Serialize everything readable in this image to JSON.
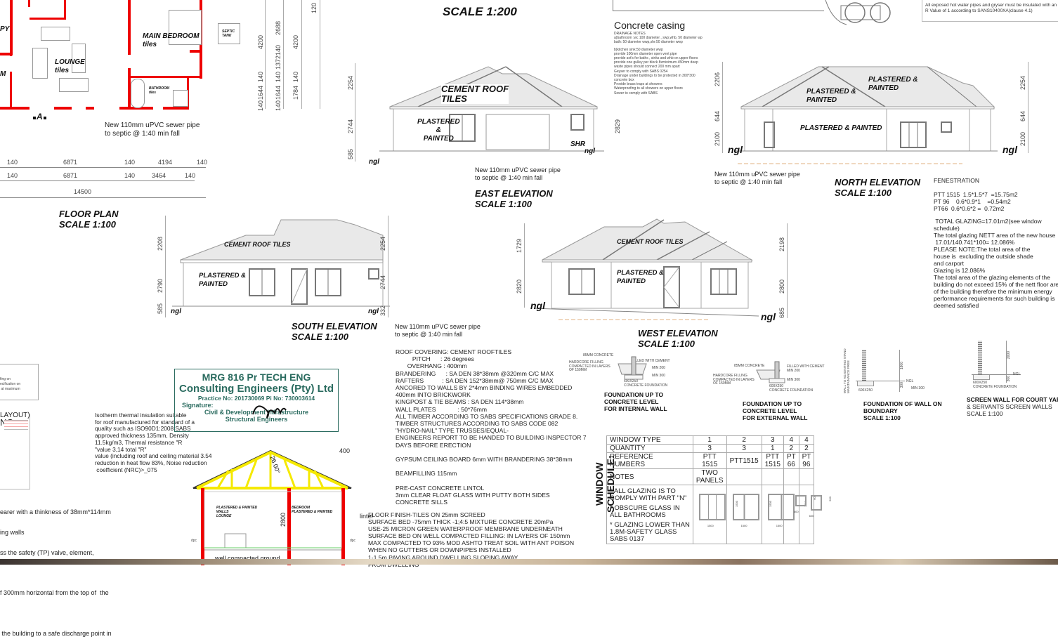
{
  "floor_plan": {
    "rooms": [
      {
        "name": "MAIN BEDROOM",
        "finish": "tiles"
      },
      {
        "name": "LOUNGE",
        "finish": "tiles"
      },
      {
        "name": "BATHROOM",
        "finish": "tiles"
      }
    ],
    "partial_labels": [
      "PY",
      "M"
    ],
    "septic_tank": "SEPTIC\nTANK",
    "section_marker": "A",
    "sewer_note": "New 110mm uPVC sewer pipe\nto septic @ 1:40 min fall",
    "dims_row1": [
      "140",
      "6871",
      "140",
      "4194",
      "140"
    ],
    "dims_row2": [
      "140",
      "6871",
      "140",
      "3464",
      "140"
    ],
    "dims_total": "14500",
    "title": "FLOOR PLAN",
    "scale": "SCALE 1:100"
  },
  "vertical_dims": {
    "col1": [
      "4200",
      "140",
      "1644",
      "140"
    ],
    "col2": [
      "2688",
      "140",
      "1372",
      "140",
      "1644",
      "140"
    ],
    "col3": [
      "4200",
      "140",
      "1784"
    ],
    "col4": [
      "120"
    ]
  },
  "site_scale": "SCALE 1:200",
  "concrete_casing": {
    "title": "Concrete casing",
    "notes": [
      "DRAINAGE NOTES",
      "a)bathroom :wc 100 diameter , swp,whb, 50 diameter wp",
      "bath: 50 diameter wwp,shr:50 diameter  wwp",
      "",
      "b)kitchen sink:50 diameter wwp",
      "provide 100mm diameter open vent pipe",
      "provide avt's for baths , sinks and whb on upper floors",
      "provide one gulley per block 8xminimum 450mm deep",
      "waste pipes should connect 200 mm apart",
      "Geyser to comply with SABS 0254",
      "Drainage under buildings to be protected in 300*300",
      "concrete box",
      "Provide brass traps at showers",
      "Waterproofing to all showers on upper floors",
      "Sewer to comply with SABS"
    ]
  },
  "insulation_note": "All exposed hot water pipes and gryser must be insulated  with an R Value of 1 according to SANS10400XA(clause 4.1)",
  "east_elevation": {
    "roof_label": "CEMENT ROOF\nTILES",
    "wall_label": "PLASTERED\n&\nPAINTED",
    "shr_label": "SHR",
    "ngl": "ngl",
    "dims_left": [
      "2254",
      "2744",
      "585"
    ],
    "dims_right": [
      "2829"
    ],
    "sewer_note": "New 110mm uPVC sewer pipe\nto septic @ 1:40 min fall",
    "title": "EAST ELEVATION",
    "scale": "SCALE 1:100"
  },
  "north_elevation": {
    "roof_label_1": "PLASTERED &\nPAINTED",
    "roof_label_2": "PLASTERED &\nPAINTED",
    "wall_label": "PLASTERED & PAINTED",
    "ngl": "ngl",
    "dims_left": [
      "2206",
      "644",
      "2100"
    ],
    "dims_right": [
      "2254",
      "644",
      "2100"
    ],
    "sewer_note": "New 110mm uPVC sewer pipe\nto septic @ 1:40 min fall",
    "title": "NORTH ELEVATION",
    "scale": "SCALE 1:100"
  },
  "fenestration": {
    "title": "FENESTRATION",
    "lines": [
      "PTT 1515  1.5*1.5*7  =15.75m2",
      "PT 96    0.6*0.9*1    =0.54m2",
      "PT66  0.6*0.6*2 =  0.72m2"
    ],
    "notes": " TOTAL GLAZING=17.01m2(see window schedule)\nThe total glazing NETT area of the new house\n 17.01/140.741*100= 12.086%\nPLEASE NOTE:The total area of the\nhouse is  excluding the outside shade\nand carport\nGlazing is 12.086%\nThe total area of the glazing elements of the building do not exceed 15% of the nett floor area of the building therefore the minimum energy performance requirements for such building is deemed satisfied"
  },
  "south_elevation": {
    "roof_label": "CEMENT ROOF TILES",
    "wall_label": "PLASTERED &\nPAINTED",
    "ngl": "ngl",
    "dims_left": [
      "2208",
      "2790",
      "585"
    ],
    "dims_right": [
      "2254",
      "2744",
      "332"
    ],
    "sewer_note": "New 110mm uPVC sewer pipe\nto septic @ 1:40 min fall",
    "title": "SOUTH ELEVATION",
    "scale": "SCALE 1:100"
  },
  "west_elevation": {
    "roof_label": "CEMENT ROOF TILES",
    "wall_label": "PLASTERED &\nPAINTED",
    "ngl": "ngl",
    "dims_left": [
      "1729",
      "2820"
    ],
    "dims_right": [
      "2198",
      "2800",
      "685"
    ],
    "title": "WEST ELEVATION",
    "scale": "SCALE 1:100"
  },
  "roof_spec": "ROOF COVERING: CEMENT ROOFTILES\n          PITCH      : 26 degrees\n       OVERHANG : 400mm\nBRANDERING      : SA DEN 38*38mm @320mm C/C MAX\nRAFTERS           : SA DEN 152*38mm@ 750mm C/C MAX\nANCORED TO WALLS BY 2*4mm BINDING WIRES EMBEDDED\n400mm INTO BRICKWORK\nKINGPOST & TIE BEAMS : SA DEN 114*38mm\nWALL PLATES             : 50*76mm\nALL TIMBER ACCORDING TO SABS SPECIFICATIONS GRADE 8.\nTIMBER STRUCTURES ACCORDING TO SABS CODE 082\n\"HYDRO-NAIL\" TYPE TRUSSES/EQUAL-\nENGINEERS REPORT TO BE HANDED TO BUILDING INSPECTOR 7\nDAYS BEFORE ERECTION\n\nGYPSUM CEILING BOARD 6mm WITH BRANDERING 38*38mm\n\nBEAMFILLING 115mm\n\nPRE-CAST CONCRETE LINTOL\n3mm CLEAR FLOAT GLASS WITH PUTTY BOTH SIDES\nCONCRETE SILLS",
  "floor_spec": "FLOOR FINISH-TILES ON 25mm SCREED\nSURFACE BED -75mm THICK -1;4:5 MIXTURE CONCRETE 20mPa\nUSE-25 MICRON GREEN WATERPROOF MEMBRANE UNDERNEATH\nSURFACE BED ON WELL COMPACTED FILLING: IN LAYERS OF 150mm\nMAX COMPACTED TO 93% MOD ASHTO TREAT SOIL WITH ANT POISON\nWHEN NO GUTTERS OR DOWNPIPES INSTALLED\n1-1.5m PAVING AROUND DWELLING SLOPING AWAY\nFROM DWELLING",
  "foundation_internal": {
    "labels": [
      "85MM CONCRETE",
      "FILLED WITH CEMENT",
      "MIN 200",
      "MIN 300",
      "HARDCORE FILLING\nCOMPACTED IN LAYERS\nOF 150MM",
      "600X250\nCONCRETE FOUNDATION"
    ],
    "title": "FOUNDATION UP TO\nCONCRETE LEVEL\nFOR INTERNAL WALL"
  },
  "foundation_external": {
    "labels": [
      "85MM CONCRETE",
      "FILLED WITH CEMENT\nMIN 200",
      "MIN 300",
      "HARDCORE FILLING\nCOMPACTED IN LAYERS\nOF 150MM",
      "600X250\nCONCRETE FOUNDATION"
    ],
    "title": "FOUNDATION UP TO\nCONCRETE LEVEL\nFOR EXTERNAL WALL"
  },
  "boundary_wall": {
    "side_label": "WALL TO ADJOINTING STAND\nMAINTAINANCE FREE",
    "dims": [
      "1800",
      "300"
    ],
    "labels": [
      "NGL",
      "MIN 300",
      "600X250"
    ],
    "title": "FOUNDATION OF WALL ON\nBOUNDARY\nSCALE 1:100"
  },
  "screen_wall": {
    "dims": [
      "2000",
      "300"
    ],
    "labels": [
      "NGL",
      "600X250\nCONCRETE FOUNDATION"
    ],
    "title": "SCREEN WALL FOR COURT YARD",
    "subtitle": "& SERVANTS SCREEN WALLS\nSCALE 1:100"
  },
  "window_schedule": {
    "title": "WINDOW SCHEDULE:",
    "row_labels": [
      "WINDOW TYPE",
      "QUANTITY",
      "REFERENCE NUMBERS",
      "NOTES"
    ],
    "columns": [
      {
        "type": "1",
        "qty": "3",
        "ref": "PTT 1515",
        "notes": "TWO PANELS",
        "w": "1500",
        "h": "1500"
      },
      {
        "type": "2",
        "qty": "3",
        "ref": "PTT1515",
        "notes": "",
        "w": "1500",
        "h": "1500"
      },
      {
        "type": "3",
        "qty": "1",
        "ref": "PTT 1515",
        "notes": "",
        "w": "1500",
        "h": "1500"
      },
      {
        "type": "4",
        "qty": "2",
        "ref": "PT 66",
        "notes": "",
        "w": "600",
        "h": "600"
      },
      {
        "type": "4",
        "qty": "2",
        "ref": "PT 96",
        "notes": "",
        "w": "600",
        "h": "900"
      }
    ],
    "glazing_notes": [
      "* ALL GLAZING IS TO\nCOMPLY WITH PART \"N\"",
      "* OBSCURE GLASS IN\nALL BATHROOMS",
      "* GLAZING LOWER THAN\n1.8M-SAFETY GLASS\nSABS 0137"
    ]
  },
  "stamp": {
    "line1": "MRG 816 Pr TECH ENG",
    "line2": "Consulting Engineers (Pty) Ltd",
    "line3": "Practice No: 201730069  Pi No: 730003614",
    "signature_label": "Signature:",
    "line4": "Civil & Development Infrastructure",
    "line5": "Structural Engineers"
  },
  "isotherm_note": "Isotherm thermal insulation suitable\nfor roof manufactured for standard of a\nquality such as ISO90D1:2008 SABS\napproved thickness 135mm, Density\n11.5kg/m3, Thermal resistance \"R\n\"value 3,14 total \"R\"\nvalue (including roof and ceiling material 3.54\nreduction in heat flow 83%, Noise reduction\n coefficient (NRC)>_075",
  "left_partial": {
    "box_text": "fing on\necification on\n at maximum",
    "layout_label": "LAYOUT)",
    "layout_label2": "NG",
    "notes": [
      "earer with a thinkness of 38mm*114mm",
      "ing walls",
      "ss the safety (TP) valve, element,",
      "",
      "f 300mm horizontal from the top of  the",
      "",
      " the building to a safe discharge point in"
    ]
  },
  "section": {
    "pitch": "26.00°",
    "overhang": "400",
    "left_label": "PLASTERED & PAINTED\nWALLS\nLOUNGE",
    "right_label": "BEDROOM\nPLASTERED & PAINTED",
    "height": "2800",
    "lintel": "lintel",
    "dpc": "dpc",
    "ground": "well compacted ground"
  },
  "colors": {
    "wall_red": "#e00000",
    "truss_yellow": "#f5e900",
    "stamp_green": "#2a6b5f",
    "line_gray": "#888888"
  }
}
